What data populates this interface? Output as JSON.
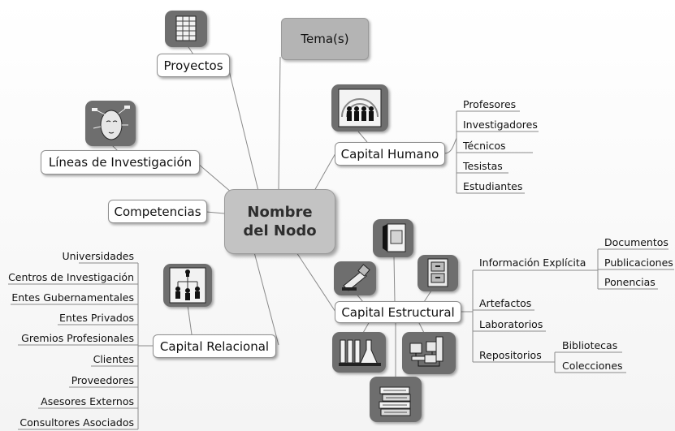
{
  "center": {
    "line1": "Nombre",
    "line2": "del Nodo"
  },
  "tema": "Tema(s)",
  "proyectos": "Proyectos",
  "lineas": "Líneas de Investigación",
  "competencias": "Competencias",
  "capital_humano": {
    "label": "Capital Humano",
    "items": [
      "Profesores",
      "Investigadores",
      "Técnicos",
      "Tesistas",
      "Estudiantes"
    ]
  },
  "capital_estructural": {
    "label": "Capital Estructural",
    "informacion": {
      "label": "Información Explícita",
      "items": [
        "Documentos",
        "Publicaciones",
        "Ponencias"
      ]
    },
    "artefactos": "Artefactos",
    "laboratorios": "Laboratorios",
    "repositorios": {
      "label": "Repositorios",
      "items": [
        "Bibliotecas",
        "Colecciones"
      ]
    }
  },
  "capital_relacional": {
    "label": "Capital Relacional",
    "items": [
      "Universidades",
      "Centros de Investigación",
      "Entes Gubernamentales",
      "Entes Privados",
      "Gremios Profesionales",
      "Clientes",
      "Proveedores",
      "Asesores Externos",
      "Consultores Asociados"
    ]
  },
  "icons": [
    "spreadsheet-icon",
    "head-icon",
    "people-icon",
    "org-chart-icon",
    "document-icon",
    "cabinet-icon",
    "microscope-icon",
    "lab-glassware-icon",
    "computer-network-icon",
    "books-icon"
  ],
  "colors": {
    "center_fill": "#c3c3c3",
    "tema_fill": "#b4b4b4",
    "icon_bg": "#6e6e6e",
    "line": "#8a8a8a"
  }
}
